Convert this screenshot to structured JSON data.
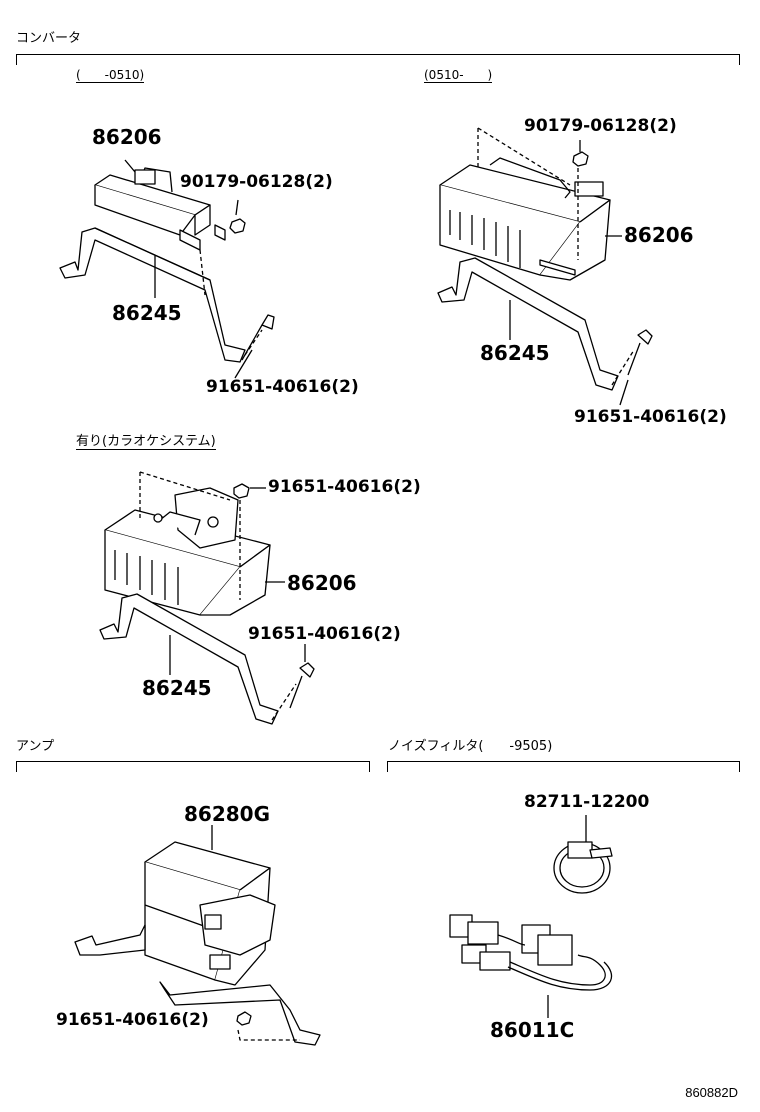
{
  "sections": {
    "converter": "コンバータ",
    "amp": "アンプ",
    "noise_filter": "ノイズフィルタ(　　-9505)"
  },
  "notes": {
    "range_before": "(　　-0510)",
    "range_after": "(0510-　　)",
    "karaoke": "有り(カラオケシステム)"
  },
  "parts": {
    "converter_old_unit": "86206",
    "converter_old_nut": "90179-06128(2)",
    "converter_old_bracket": "86245",
    "converter_old_bolt": "91651-40616(2)",
    "converter_new_nut": "90179-06128(2)",
    "converter_new_unit": "86206",
    "converter_new_bracket": "86245",
    "converter_new_bolt": "91651-40616(2)",
    "karaoke_nut": "91651-40616(2)",
    "karaoke_unit": "86206",
    "karaoke_bolt": "91651-40616(2)",
    "karaoke_bracket": "86245",
    "amp_unit": "86280G",
    "amp_bolt": "91651-40616(2)",
    "clamp": "82711-12200",
    "noise_filter": "86011C"
  },
  "diagram_code": "860882D"
}
